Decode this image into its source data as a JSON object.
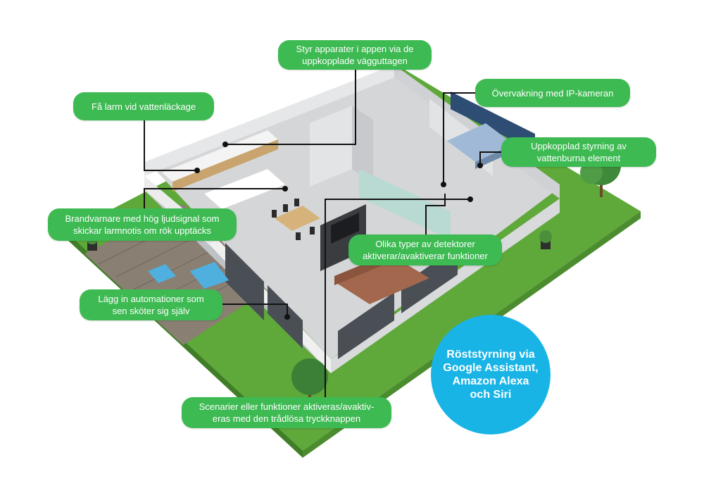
{
  "callouts": {
    "app_control": "Styr apparater i appen via de\nuppkopplade vägguttagen",
    "water_leak": "Få larm vid vattenläckage",
    "ip_camera": "Övervakning med IP-kameran",
    "heating": "Uppkopplad styrning av\nvattenburna element",
    "smoke_alarm": "Brandvarnare med hög ljudsignal som\nskickar larmnotis om rök upptäcks",
    "detectors": "Olika typer av detektorer\naktiverar/avaktiverar funktioner",
    "automations": "Lägg in automationer som\nsen sköter sig själv",
    "scenes": "Scenarier eller funktioner aktiveras/avaktiv-\neras med den trådlösa tryckknappen"
  },
  "voice_control": "Röststyrning via\nGoogle Assistant,\nAmazon Alexa\noch Siri",
  "colors": {
    "callout_green": "#3dba52",
    "voice_blue": "#19b4e6",
    "grass": "#5fa83a",
    "leader_line": "#111111"
  }
}
